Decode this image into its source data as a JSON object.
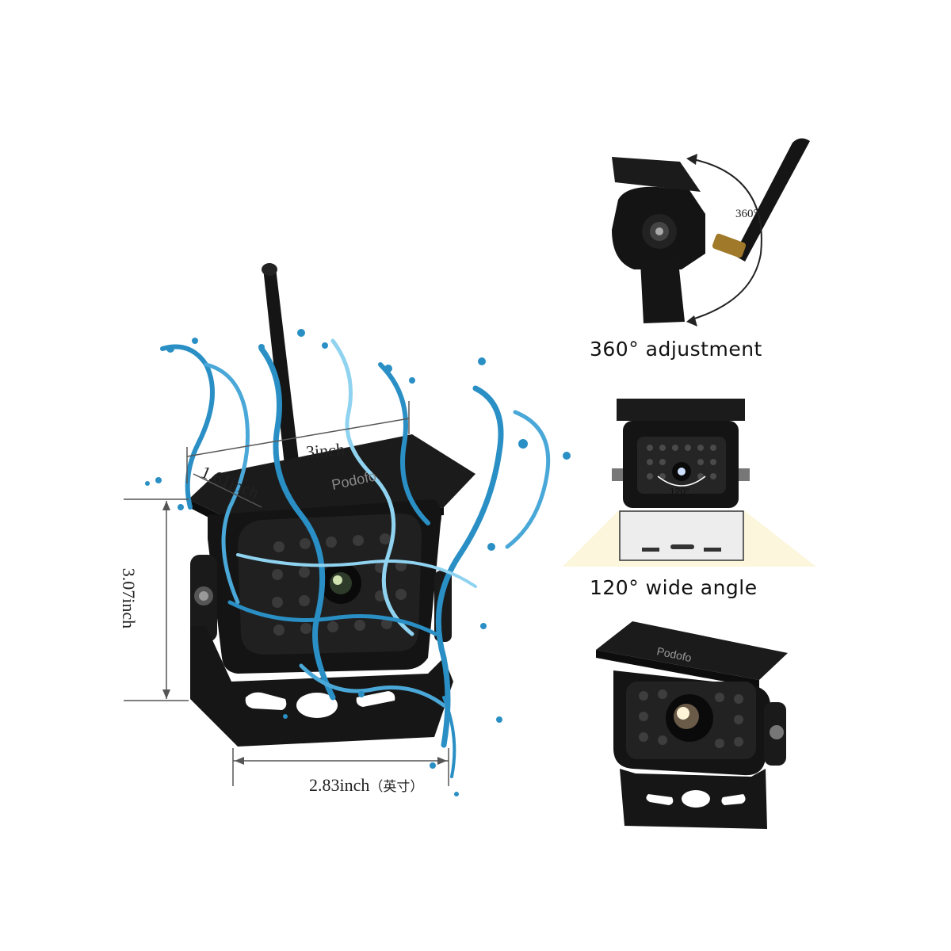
{
  "colors": {
    "camera_body": "#141414",
    "camera_edge": "#2c2c2c",
    "water": "#2a8fc4",
    "water_light": "#8fd3f0",
    "lens_glow": "#fff4d8",
    "dimension_line": "#555555",
    "wide_angle_light": "#fbf6dc"
  },
  "dimensions": {
    "width_top": "3inch",
    "depth": "1.61inch",
    "height": "3.07inch",
    "width_bottom": "2.83inch",
    "width_bottom_suffix": "（英寸）"
  },
  "features": {
    "rotation_label": "360°",
    "adjustment_caption": "360° adjustment",
    "wide_angle_label": "120°",
    "wide_angle_caption": "120° wide angle"
  },
  "brand": {
    "logo_text_main": "Podofo",
    "logo_text_small": "Podofo"
  }
}
